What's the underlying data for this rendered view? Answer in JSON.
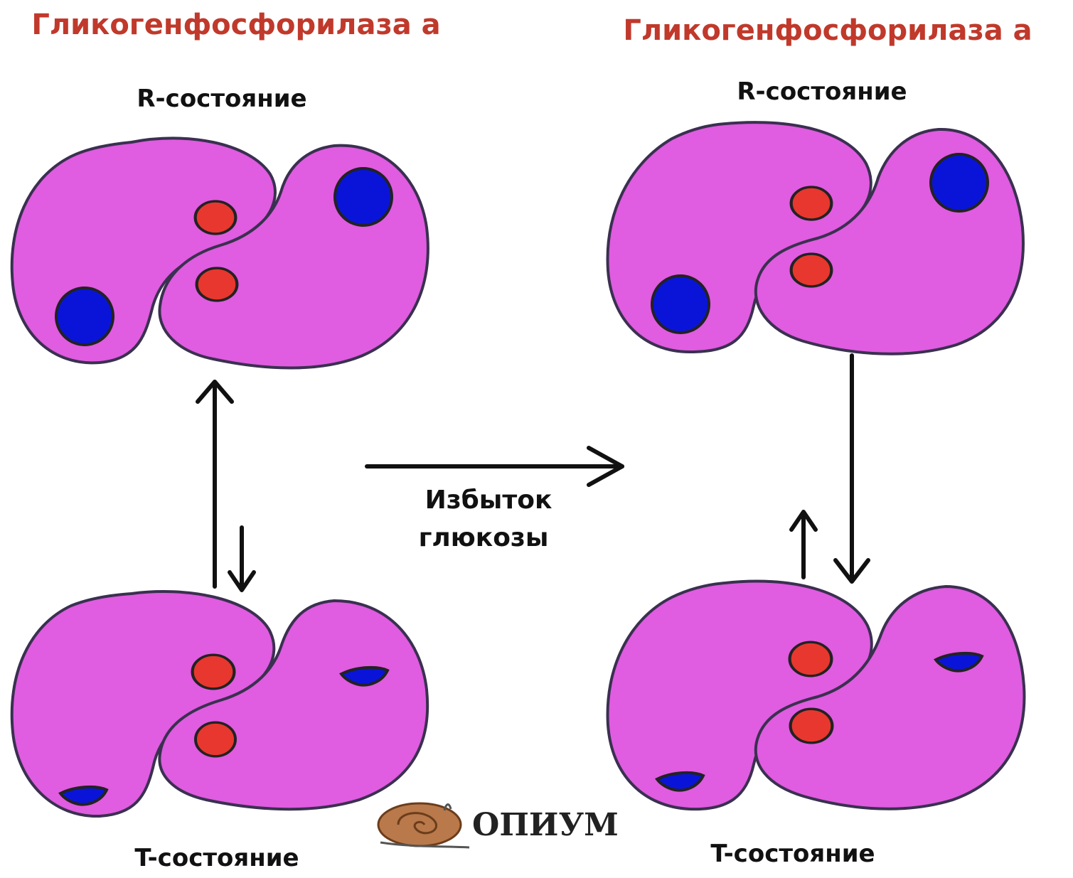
{
  "headings": {
    "left": "Гликогенфосфорилаза а",
    "right": "Гликогенфосфорилаза а"
  },
  "states": {
    "left_top": "R-состояние",
    "left_bottom": "T-состояние",
    "right_top": "R-состояние",
    "right_bottom": "T-состояние"
  },
  "transition": {
    "line1": "Избыток",
    "line2": "глюкозы"
  },
  "logo": {
    "text": "ОПИУМ"
  },
  "colors": {
    "protein_fill": "#e05ce0",
    "outline": "#3a3050",
    "red_site": "#e8372e",
    "blue_site": "#0a14d8",
    "heading": "#c0392b"
  }
}
